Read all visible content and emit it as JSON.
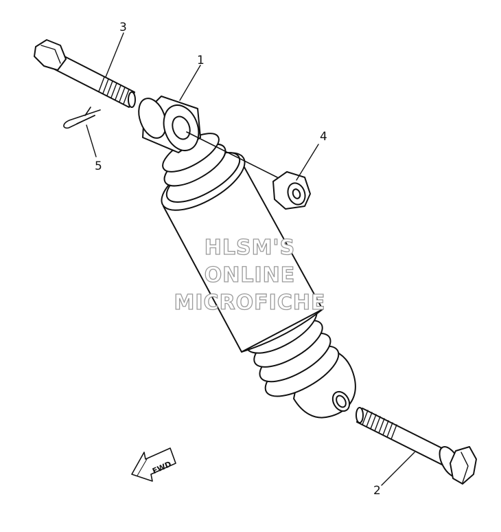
{
  "callouts": {
    "c1": "1",
    "c2": "2",
    "c3": "3",
    "c4": "4",
    "c5": "5"
  },
  "watermark": {
    "line1": "HLSM'S",
    "line2": "ONLINE",
    "line3": "MICROFICHE"
  },
  "direction_arrow": {
    "label": "FWD"
  },
  "colors": {
    "line": "#111111",
    "background": "#ffffff",
    "watermark_outline": "#9a9a9a"
  }
}
